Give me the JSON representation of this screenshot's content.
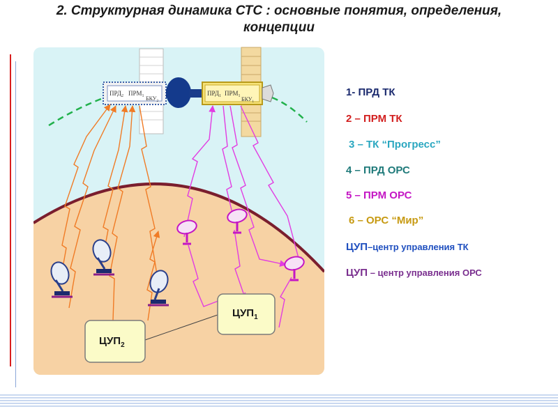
{
  "title": {
    "line1": "2. Структурная динамика СТС : основные понятия, определения,",
    "line2": "концепции"
  },
  "diagram": {
    "satellite_left_labels": [
      "ПРД",
      "2",
      "ПРМ",
      "1",
      "БКУ",
      "2"
    ],
    "satellite_right_labels": [
      "ПРД",
      "1",
      "ПРМ",
      "1",
      "БКУ",
      "1"
    ],
    "cup1": {
      "main": "ЦУП",
      "sub": "1"
    },
    "cup2": {
      "main": "ЦУП",
      "sub": "2"
    }
  },
  "legend": [
    {
      "text": "1- ПРД ТК",
      "color": "#1b2a6e"
    },
    {
      "text": "2 – ПРМ ТК",
      "color": "#d21f1f"
    },
    {
      "text": "3 – ТК “Прогресс”",
      "color": "#2aa7c0"
    },
    {
      "text": "4 – ПРД ОРС",
      "color": "#1f7a7a"
    },
    {
      "text": "5 – ПРМ ОРС",
      "color": "#c416c4"
    },
    {
      "text": "6 – ОРС “Мир”",
      "color": "#c79a12"
    },
    {
      "main": "ЦУП",
      "rest": "–центр управления ТК",
      "color": "#1f4fbf"
    },
    {
      "main": "ЦУП",
      "rest": " – центр управления ОРС",
      "color": "#7a2f8f"
    }
  ],
  "colors": {
    "sky": "#d9f3f6",
    "earth": "#f7d2a4",
    "horizon": "#7a1e2e",
    "orbit": "#22b14c",
    "beam_left": "#f07b25",
    "beam_right": "#e23ce2",
    "cup_box": "#fbfbc8"
  }
}
